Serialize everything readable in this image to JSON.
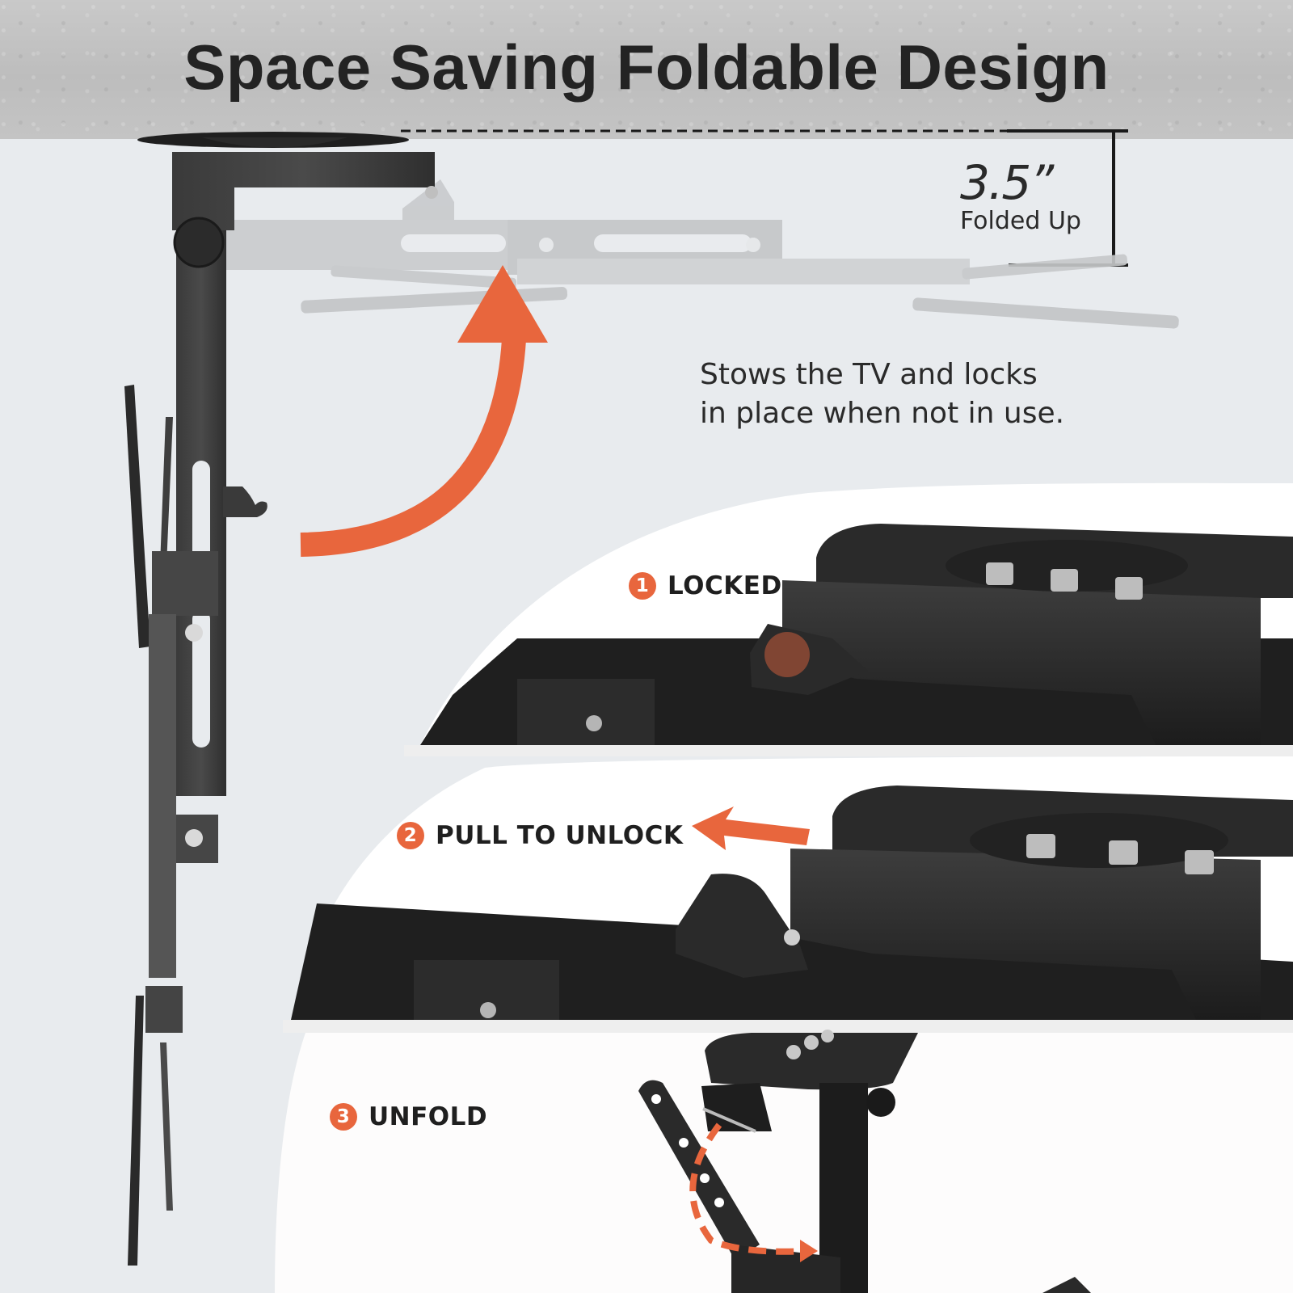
{
  "header": {
    "title": "Space Saving Foldable Design"
  },
  "dimension": {
    "value": "3.5”",
    "label": "Folded Up"
  },
  "caption": {
    "line1": "Stows the TV and locks",
    "line2": "in place when not in use."
  },
  "steps": [
    {
      "number": "1",
      "label": "LOCKED"
    },
    {
      "number": "2",
      "label": "PULL TO UNLOCK"
    },
    {
      "number": "3",
      "label": "UNFOLD"
    }
  ],
  "icons": {
    "fold_arrow": "curved-up-arrow-icon",
    "pull_arrow": "left-arrow-icon",
    "unfold_path": "dashed-curved-arrow-icon"
  },
  "colors": {
    "accent": "#e8663d",
    "background": "#e8ebee",
    "panel": "#ffffff",
    "ceiling": "#c2c2c2",
    "metal": "#2e2e2e",
    "text": "#232323"
  }
}
